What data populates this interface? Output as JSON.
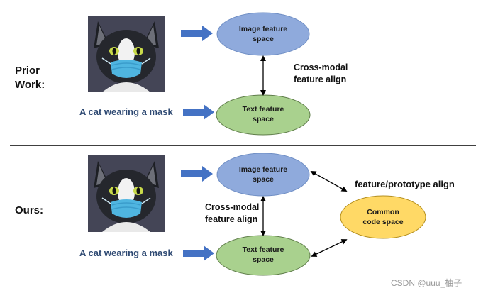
{
  "prior": {
    "label_line1": "Prior",
    "label_line2": "Work:",
    "caption": "A cat wearing a mask",
    "image_space_line1": "Image feature",
    "image_space_line2": "space",
    "text_space_line1": "Text feature",
    "text_space_line2": "space",
    "align_line1": "Cross-modal",
    "align_line2": "feature align"
  },
  "ours": {
    "label": "Ours:",
    "caption": "A cat wearing a mask",
    "image_space_line1": "Image feature",
    "image_space_line2": "space",
    "text_space_line1": "Text feature",
    "text_space_line2": "space",
    "align_line1": "Cross-modal",
    "align_line2": "feature align",
    "common_line1": "Common",
    "common_line2": "code space",
    "prototype_align": "feature/prototype align"
  },
  "watermark": "CSDN @uuu_柚子",
  "colors": {
    "image_space": "#8faadc",
    "text_space": "#a9d18e",
    "common_space": "#ffd966",
    "arrow_blue": "#4472c4",
    "caption": "#2f4a73"
  }
}
